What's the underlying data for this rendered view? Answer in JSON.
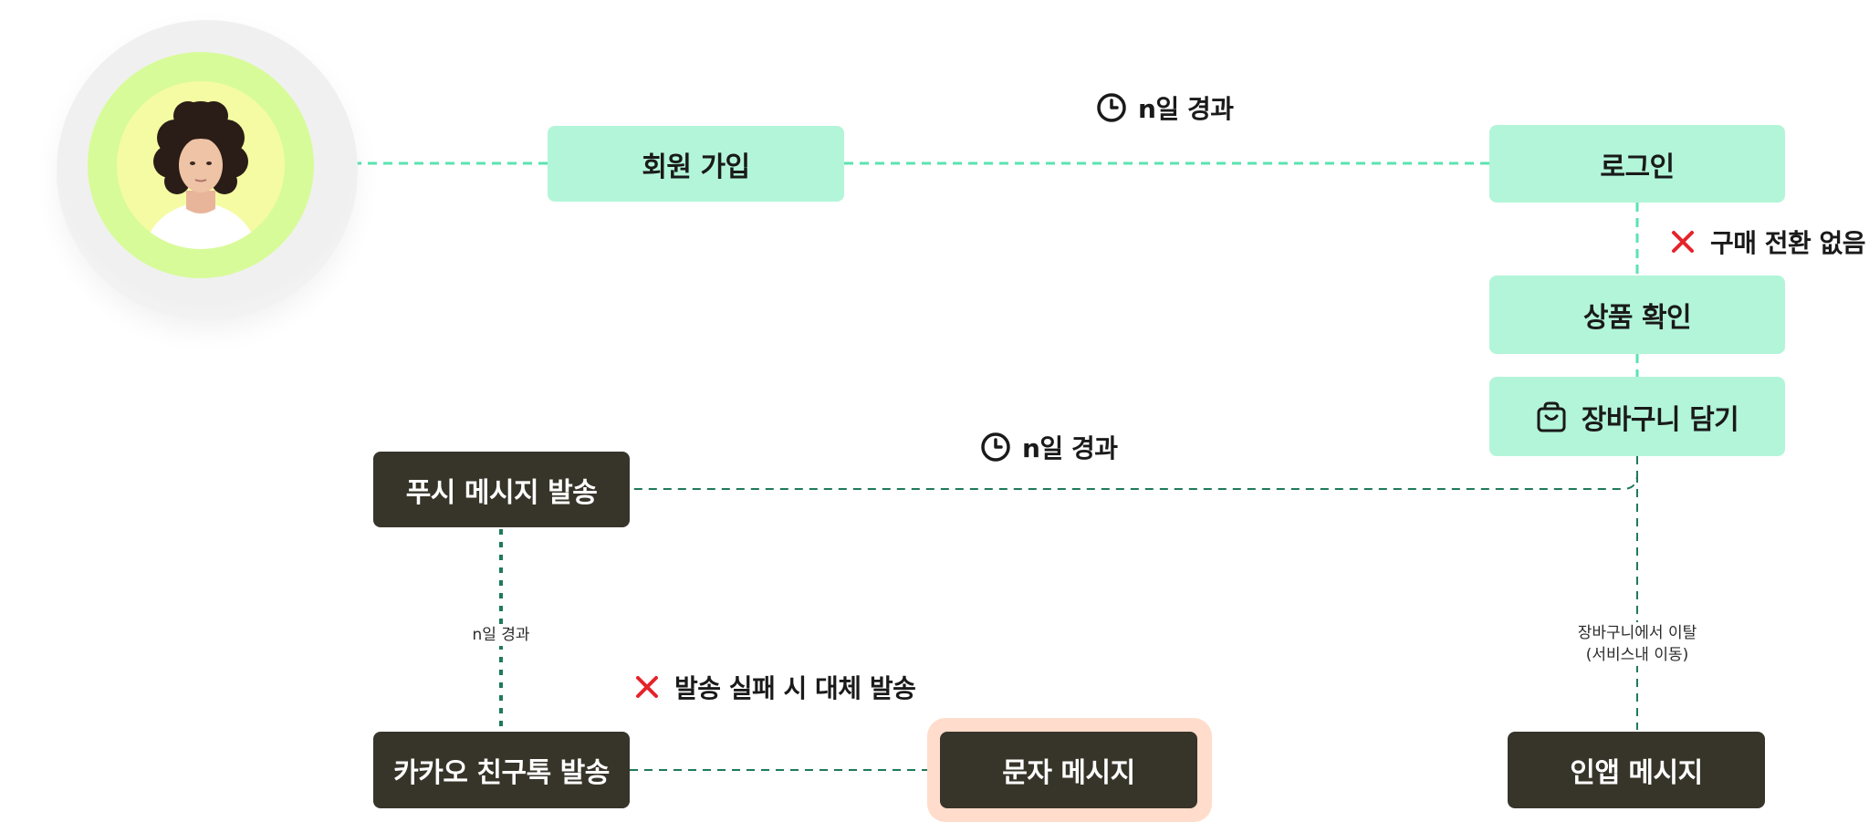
{
  "nodes": {
    "signup": "회원 가입",
    "login": "로그인",
    "product_view": "상품 확인",
    "add_cart": "장바구니 담기",
    "push": "푸시 메시지 발송",
    "kakao": "카카오 친구톡 발송",
    "sms": "문자 메시지",
    "inapp": "인앱 메시지"
  },
  "labels": {
    "days_top": "n일 경과",
    "no_purchase": "구매 전환 없음",
    "days_mid": "n일 경과",
    "days_small": "n일 경과",
    "fallback": "발송 실패 시 대체 발송",
    "cart_exit_line1": "장바구니에서 이탈",
    "cart_exit_line2": "(서비스내 이동)"
  },
  "colors": {
    "mint": "#b3f5d9",
    "dark": "#37342a",
    "line_light": "#5be3b0",
    "line_dark": "#1f7a5a",
    "cross": "#e5232a",
    "glow": "#ffdccb"
  }
}
